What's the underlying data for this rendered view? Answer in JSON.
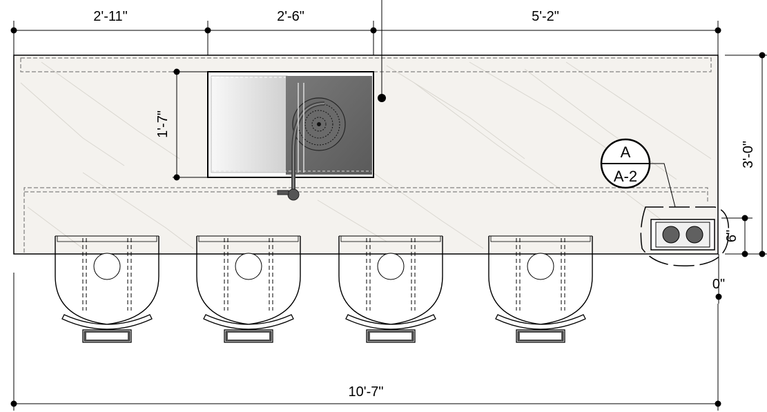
{
  "dimensions": {
    "top_left": "2'-11\"",
    "top_middle": "2'-6\"",
    "top_right": "5'-2\"",
    "sink_depth": "1'-7\"",
    "overall_depth": "3'-0\"",
    "outlet_height": "6\"",
    "outlet_offset": "0\"",
    "overall_length": "10'-7\""
  },
  "section_callout": {
    "letter": "A",
    "sheet": "A-2"
  },
  "colors": {
    "countertop": "#f4f2ee",
    "marble_vein": "#d9d6d0",
    "sink_dark": "#707070",
    "sink_light": "#e8e8e8",
    "line": "#000000",
    "outlet_dark": "#606060"
  },
  "stools": {
    "count": 4
  }
}
